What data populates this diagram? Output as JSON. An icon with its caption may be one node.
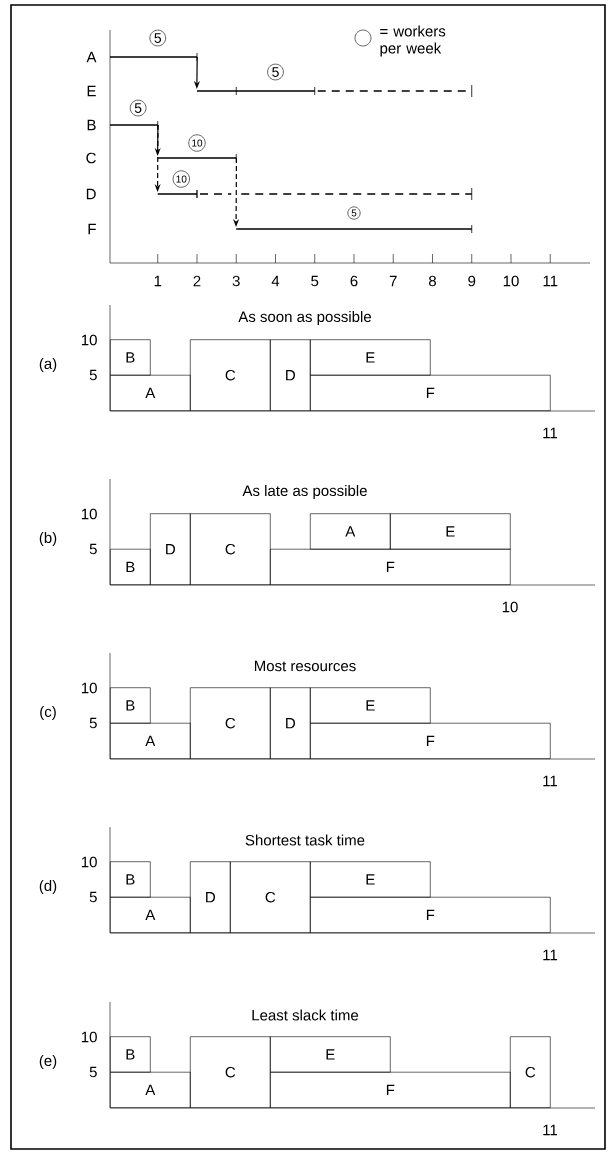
{
  "diagram": {
    "nodes": [
      {
        "text": [
          "5"
        ]
      },
      {
        "text": [
          "5"
        ]
      },
      {
        "text": [
          "5"
        ]
      },
      {
        "text": [
          "10"
        ]
      },
      {
        "text": [
          "10"
        ]
      },
      {
        "text": [
          "5"
        ]
      },
      {
        "text": [
          "B"
        ]
      },
      {
        "text": [
          "A"
        ]
      },
      {
        "text": [
          "C"
        ]
      },
      {
        "text": [
          "D"
        ]
      },
      {
        "text": [
          "E"
        ]
      },
      {
        "text": [
          "F"
        ]
      },
      {
        "text": [
          "B"
        ]
      },
      {
        "text": [
          "D"
        ]
      },
      {
        "text": [
          "C"
        ]
      },
      {
        "text": [
          "A"
        ]
      },
      {
        "text": [
          "E"
        ]
      },
      {
        "text": [
          "F"
        ]
      },
      {
        "text": [
          "B"
        ]
      },
      {
        "text": [
          "A"
        ]
      },
      {
        "text": [
          "C"
        ]
      },
      {
        "text": [
          "D"
        ]
      },
      {
        "text": [
          "E"
        ]
      },
      {
        "text": [
          "F"
        ]
      },
      {
        "text": [
          "B"
        ]
      },
      {
        "text": [
          "A"
        ]
      },
      {
        "text": [
          "D"
        ]
      },
      {
        "text": [
          "C"
        ]
      },
      {
        "text": [
          "E"
        ]
      },
      {
        "text": [
          "F"
        ]
      },
      {
        "text": [
          "B"
        ]
      },
      {
        "text": [
          "A"
        ]
      },
      {
        "text": [
          "C"
        ]
      },
      {
        "text": [
          "E"
        ]
      },
      {
        "text": [
          "F"
        ]
      },
      {
        "text": [
          "C"
        ]
      }
    ],
    "edges": [
      {
        "from": 0,
        "to": 1,
        "arrow": "to"
      },
      {
        "from": 2,
        "to": 3,
        "arrow": "to"
      },
      {
        "from": 2,
        "to": 4,
        "arrow": "to",
        "style": "dashed"
      },
      {
        "from": 3,
        "to": 5,
        "arrow": "to",
        "style": "dashed"
      }
    ],
    "labels": [
      "A",
      "E",
      "B",
      "C",
      "D",
      "F",
      "1",
      "2",
      "3",
      "4",
      "5",
      "6",
      "7",
      "8",
      "9",
      "10",
      "11",
      "As soon as possible",
      "(a)",
      "10",
      "5",
      "11",
      "As late as possible",
      "(b)",
      "10",
      "5",
      "10",
      "Most resources",
      "(c)",
      "10",
      "5",
      "11",
      "Shortest task time",
      "(d)",
      "10",
      "5",
      "11",
      "Least slack time",
      "(e)",
      "10",
      "5",
      "11"
    ],
    "legend": [
      {
        "text": "= workers per week"
      }
    ]
  }
}
